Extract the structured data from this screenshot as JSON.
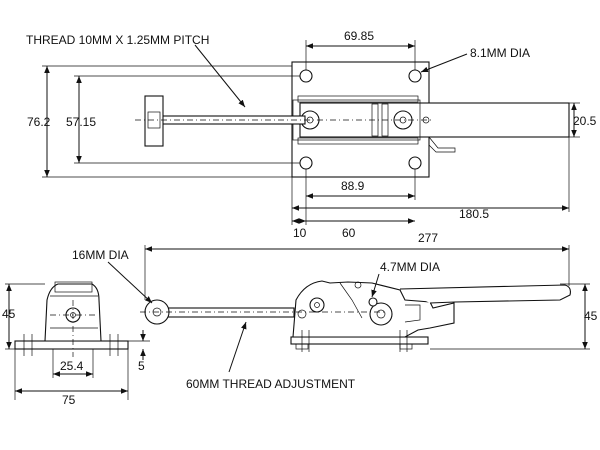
{
  "labels": {
    "thread_spec": "THREAD 10MM X 1.25MM PITCH",
    "hole_top": "8.1MM DIA",
    "dim_69_85": "69.85",
    "dim_76_2": "76.2",
    "dim_57_15": "57.15",
    "dim_20_5": "20.5",
    "dim_88_9": "88.9",
    "dim_180_5": "180.5",
    "dim_10": "10",
    "dim_60": "60",
    "dim_277": "277",
    "eye_dia": "16MM DIA",
    "pin_dia": "4.7MM DIA",
    "dim_45_left": "45",
    "dim_45_right": "45",
    "dim_25_4": "25.4",
    "dim_5": "5",
    "dim_75": "75",
    "thread_adjust": "60MM THREAD ADJUSTMENT"
  },
  "colors": {
    "ink": "#111111",
    "paper": "#ffffff"
  }
}
